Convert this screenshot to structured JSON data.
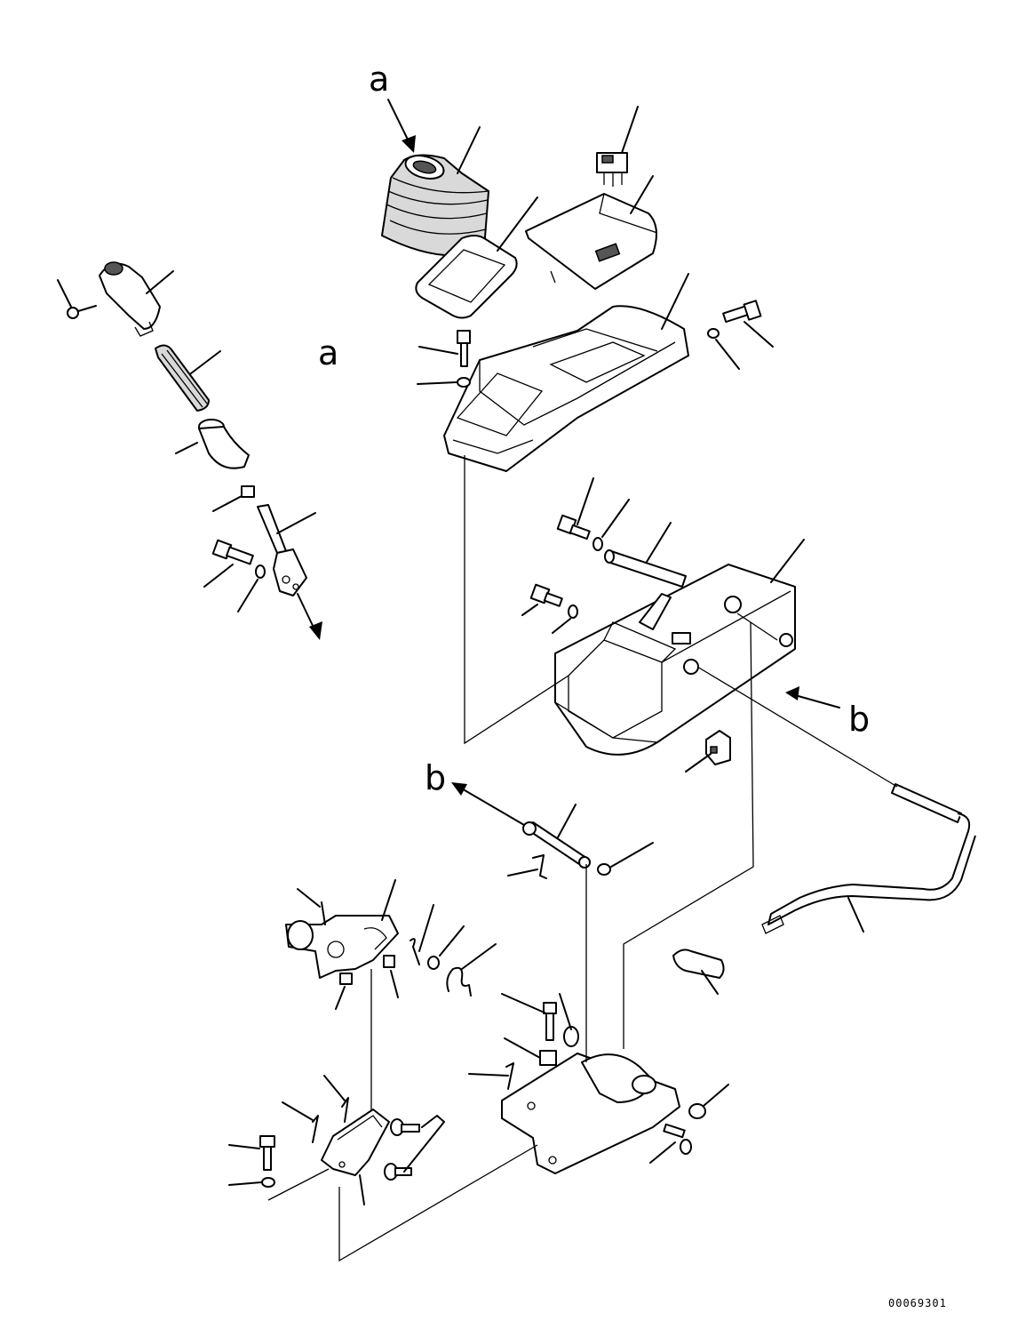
{
  "diagram": {
    "reference_labels": {
      "a_top": "a",
      "a_bottom": "a",
      "b_right": "b",
      "b_left": "b"
    },
    "drawing_number": "00069301"
  }
}
